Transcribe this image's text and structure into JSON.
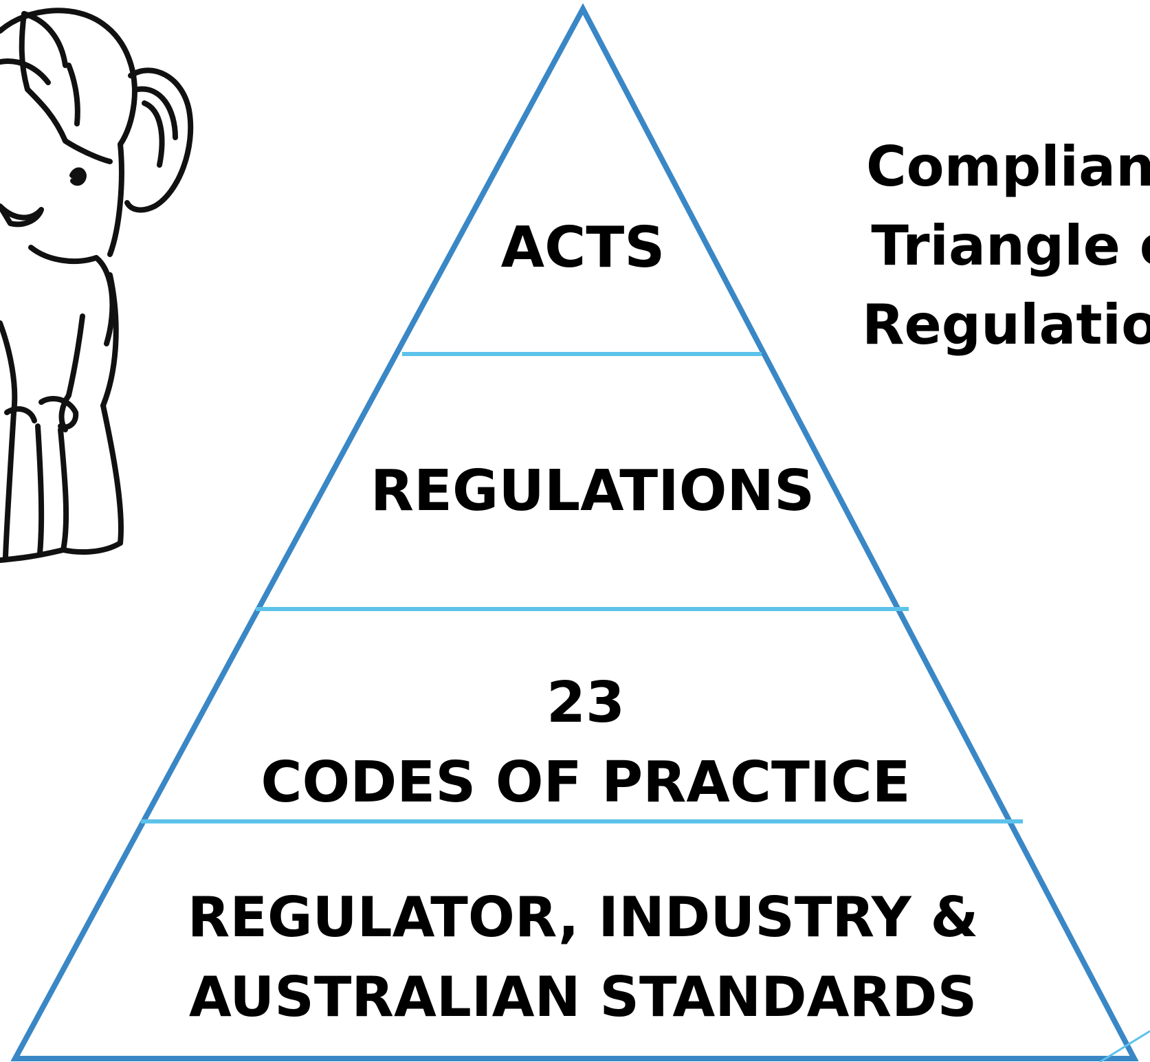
{
  "pyramid": {
    "tiers": [
      {
        "lines": [
          "ACTS"
        ]
      },
      {
        "lines": [
          "REGULATIONS"
        ]
      },
      {
        "lines": [
          "23",
          "CODES OF PRACTICE"
        ]
      },
      {
        "lines": [
          "REGULATOR, INDUSTRY &",
          "AUSTRALIAN STANDARDS"
        ]
      }
    ],
    "outline_color": "#3a87c6",
    "divider_color": "#5cc2ea"
  },
  "side_title": {
    "lines": [
      "Complian",
      "Triangle o",
      "Regulatio"
    ]
  }
}
